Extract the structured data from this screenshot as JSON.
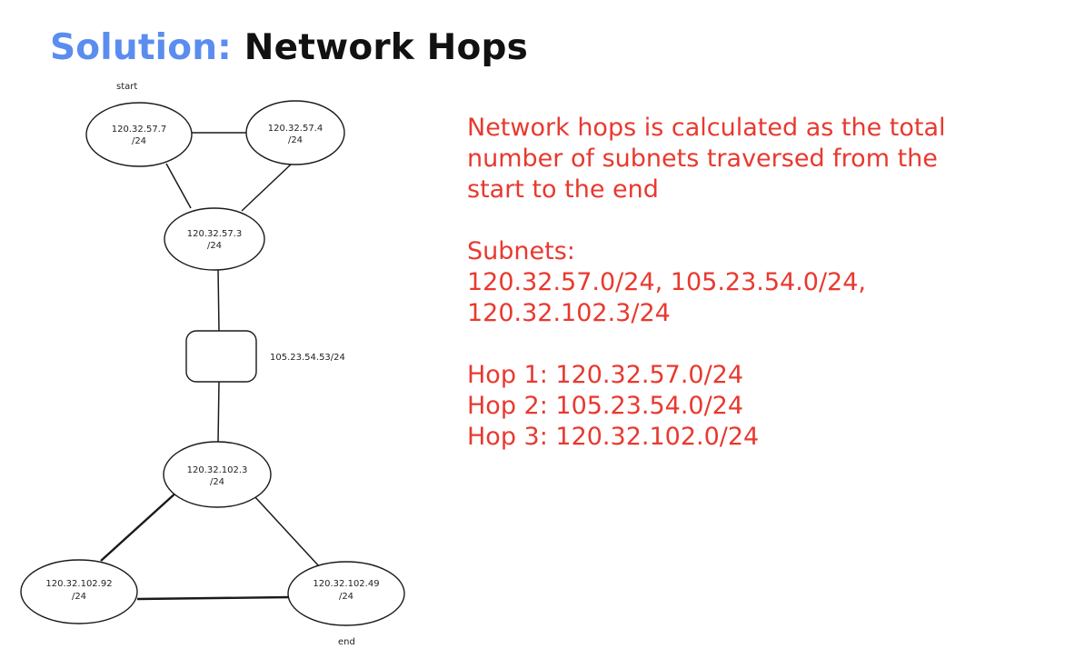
{
  "title": {
    "accent": "Solution:",
    "main": "Network Hops"
  },
  "diagram": {
    "start_label": "start",
    "end_label": "end",
    "router_label": "105.23.54.53/24",
    "nodes": {
      "n1": {
        "ip": "120.32.57.7",
        "mask": "/24"
      },
      "n2": {
        "ip": "120.32.57.4",
        "mask": "/24"
      },
      "n3": {
        "ip": "120.32.57.3",
        "mask": "/24"
      },
      "n4": {
        "ip": "120.32.102.3",
        "mask": "/24"
      },
      "n5": {
        "ip": "120.32.102.92",
        "mask": "/24"
      },
      "n6": {
        "ip": "120.32.102.49",
        "mask": "/24"
      }
    }
  },
  "explanation": {
    "intro": [
      "Network hops is calculated as the total",
      "number of subnets traversed from the",
      "start to the end"
    ],
    "subnets_heading": "Subnets:",
    "subnets_lines": [
      "120.32.57.0/24, 105.23.54.0/24,",
      "120.32.102.3/24"
    ],
    "hops": [
      "Hop 1: 120.32.57.0/24",
      "Hop 2: 105.23.54.0/24",
      "Hop 3: 120.32.102.0/24"
    ]
  },
  "colors": {
    "accent": "#5b8def",
    "title": "#111111",
    "explanation": "#e8392f",
    "diagram_stroke": "#1a1a1a"
  }
}
